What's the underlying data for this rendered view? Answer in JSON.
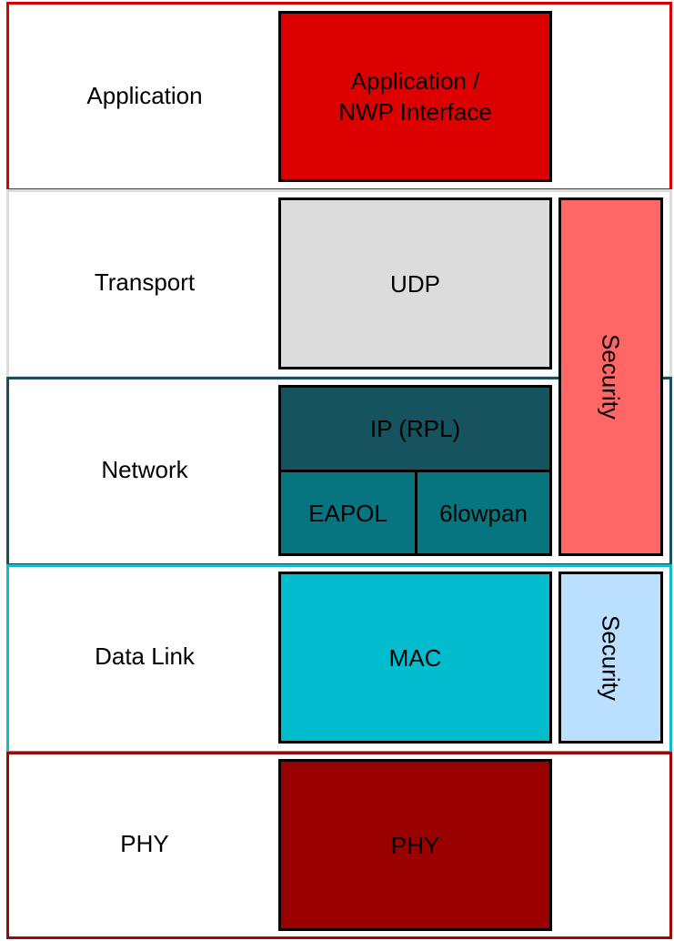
{
  "colors": {
    "application_border": "#d90000",
    "transport_border": "#dcdcdc",
    "network_border": "#1a4f5e",
    "datalink_border": "#13b8c9",
    "phy_border": "#9b0a0a",
    "app_block": "#dd0000",
    "udp_block": "#dcdcdc",
    "ip_block": "#15535f",
    "eapol_block": "#07757f",
    "lowpan_block": "#07757f",
    "mac_block": "#00bccc",
    "phy_block": "#990000",
    "security_upper": "#ff6666",
    "security_lower": "#bbdfff"
  },
  "layers": {
    "application": "Application",
    "transport": "Transport",
    "network": "Network",
    "datalink": "Data Link",
    "phy": "PHY"
  },
  "blocks": {
    "application_line1": "Application /",
    "application_line2": "NWP Interface",
    "udp": "UDP",
    "ip": "IP (RPL)",
    "eapol": "EAPOL",
    "lowpan": "6lowpan",
    "mac": "MAC",
    "phy": "PHY",
    "security_upper": "Security",
    "security_lower": "Security"
  }
}
